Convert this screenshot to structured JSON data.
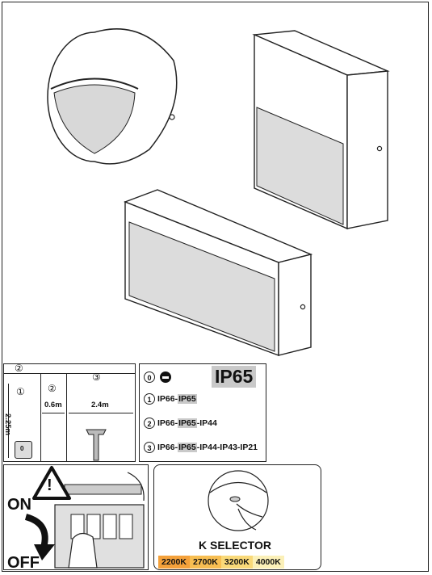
{
  "zones": {
    "zone2_label": "②",
    "zone1_label": "①",
    "zone2_inner_label": "②",
    "zone3_label": "③",
    "zone0_label": "0",
    "height": "2.25m",
    "width_zone2": "0.6m",
    "width_zone3": "2.4m"
  },
  "ip_panel": {
    "zone0_marker": "0",
    "rating": "IP65",
    "lines": [
      {
        "num": "1",
        "prefix": "IP66-",
        "highlight": "IP65",
        "suffix": ""
      },
      {
        "num": "2",
        "prefix": "IP66-",
        "highlight": "IP65",
        "suffix": "-IP44"
      },
      {
        "num": "3",
        "prefix": "IP66-",
        "highlight": "IP65",
        "suffix": "-IP44-IP43-IP21"
      }
    ]
  },
  "switch_panel": {
    "on_label": "ON",
    "off_label": "OFF",
    "warning_symbol": "!"
  },
  "k_selector": {
    "title": "K SELECTOR",
    "options": [
      {
        "label": "2200K",
        "color": "#f4a13b"
      },
      {
        "label": "2700K",
        "color": "#f7be52"
      },
      {
        "label": "3200K",
        "color": "#f9d979"
      },
      {
        "label": "4000K",
        "color": "#fbf0b8"
      }
    ]
  }
}
